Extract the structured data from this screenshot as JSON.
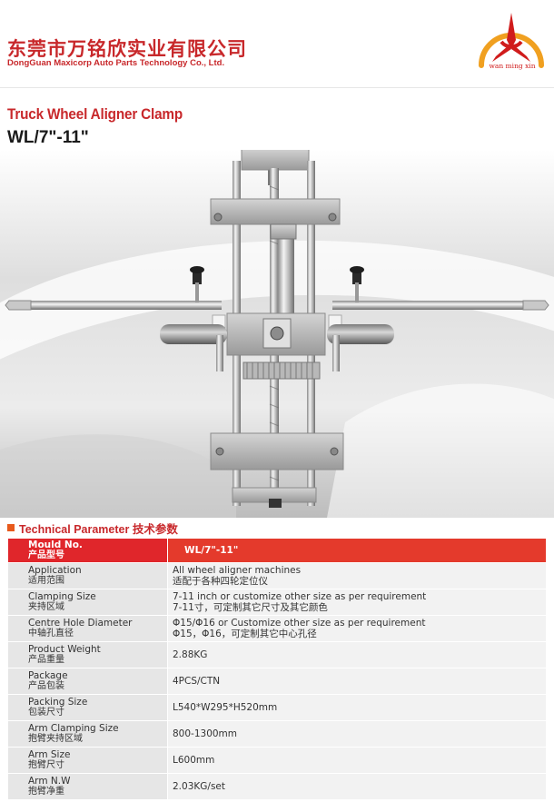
{
  "header": {
    "company_cn": "东莞市万铭欣实业有限公司",
    "company_en": "DongGuan Maxicorp Auto Parts Technology Co., Ltd.",
    "logo_text": "wan ming xin",
    "brand_color": "#c8282b",
    "logo_colors": [
      "#f0a020",
      "#d01c1c"
    ]
  },
  "product": {
    "title": "Truck Wheel Aligner Clamp",
    "model": "WL/7\"-11\""
  },
  "section": {
    "title": "Technical Parameter 技术参数",
    "marker_color": "#e85a1c"
  },
  "table": {
    "header_color": "#e0262b",
    "rows": [
      {
        "label_en": "Mould No.",
        "label_cn": "产品型号",
        "value_lines": [
          "WL/7\"-11\""
        ]
      },
      {
        "label_en": "Application",
        "label_cn": "适用范围",
        "value_lines": [
          "All wheel aligner machines",
          "适配于各种四轮定位仪"
        ]
      },
      {
        "label_en": "Clamping Size",
        "label_cn": "夹持区域",
        "value_lines": [
          "7-11 inch or customize other size as per requirement",
          "7-11寸，可定制其它尺寸及其它颜色"
        ]
      },
      {
        "label_en": "Centre Hole Diameter",
        "label_cn": "中轴孔直径",
        "value_lines": [
          "Φ15/Φ16 or Customize other size as per requirement",
          "Φ15，Φ16，可定制其它中心孔径"
        ]
      },
      {
        "label_en": "Product Weight",
        "label_cn": "产品重量",
        "value_lines": [
          "2.88KG"
        ]
      },
      {
        "label_en": "Package",
        "label_cn": "产品包装",
        "value_lines": [
          "4PCS/CTN"
        ]
      },
      {
        "label_en": "Packing Size",
        "label_cn": "包装尺寸",
        "value_lines": [
          "L540*W295*H520mm"
        ]
      },
      {
        "label_en": "Arm Clamping Size",
        "label_cn": "抱臂夹持区域",
        "value_lines": [
          "800-1300mm"
        ]
      },
      {
        "label_en": "Arm Size",
        "label_cn": "抱臂尺寸",
        "value_lines": [
          "L600mm"
        ]
      },
      {
        "label_en": "Arm N.W",
        "label_cn": "抱臂净重",
        "value_lines": [
          "2.03KG/set"
        ]
      }
    ]
  }
}
